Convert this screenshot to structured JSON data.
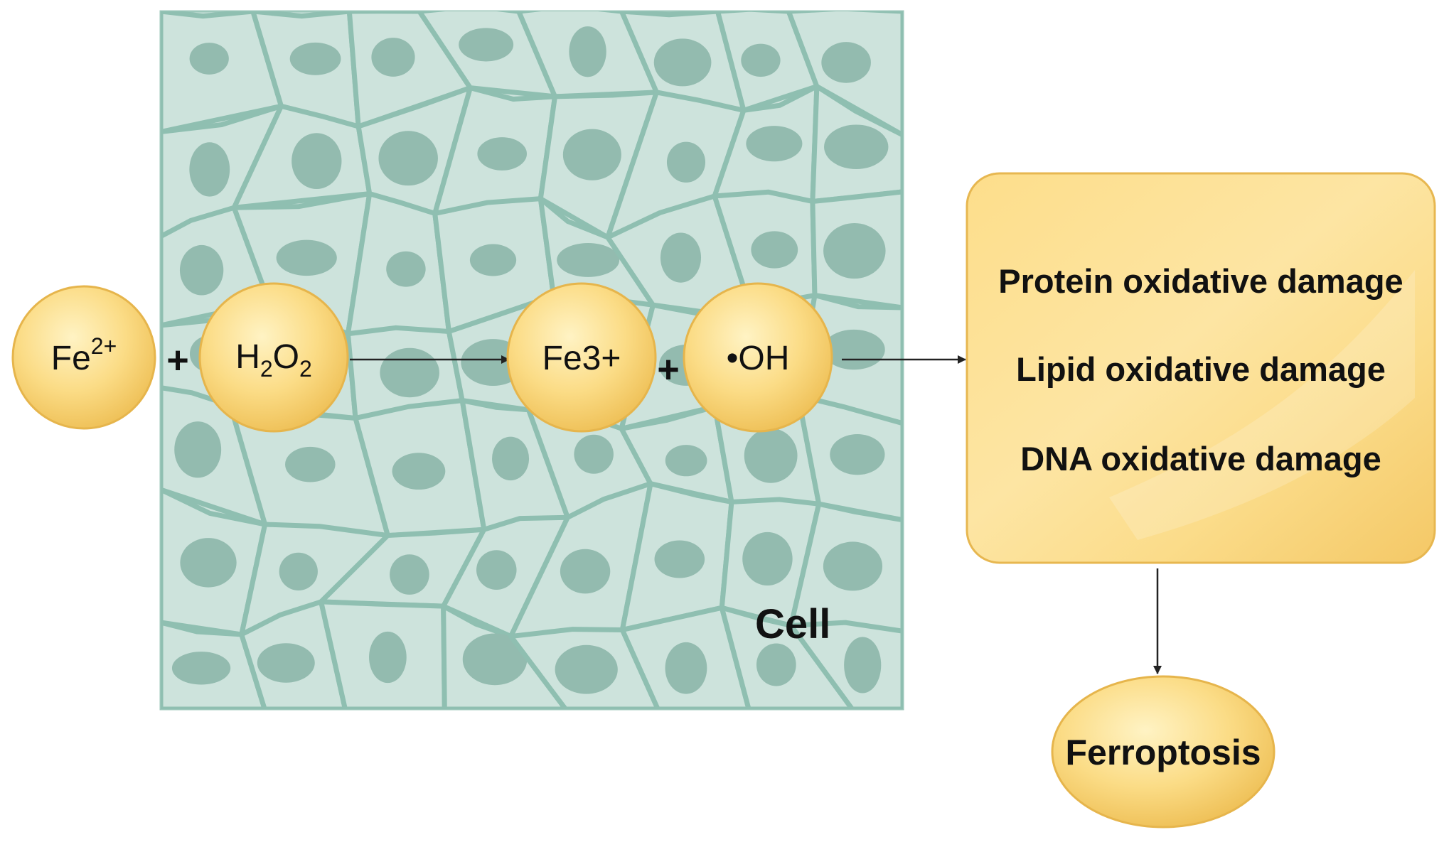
{
  "colors": {
    "background": "#ffffff",
    "cell_tissue": "#cde3dc",
    "cell_membrane": "#8fbfb1",
    "cell_nucleus": "#93bbaf",
    "node_fill_light": "#fde9a2",
    "node_fill_dark": "#f3c55b",
    "node_stroke": "#e6b54c",
    "arrow": "#222222"
  },
  "reaction": {
    "reactant_1": {
      "base": "Fe",
      "superscript": "2+"
    },
    "plus_1": "+",
    "reactant_2": {
      "h": "H",
      "sub_1": "2",
      "o": "O",
      "sub_2": "2"
    },
    "product_1": "Fe3+",
    "plus_2": "+",
    "product_2": "•OH"
  },
  "cell_label": "Cell",
  "damage_box": {
    "items": [
      "Protein oxidative damage",
      "Lipid oxidative damage",
      "DNA oxidative damage"
    ]
  },
  "outcome": "Ferroptosis"
}
